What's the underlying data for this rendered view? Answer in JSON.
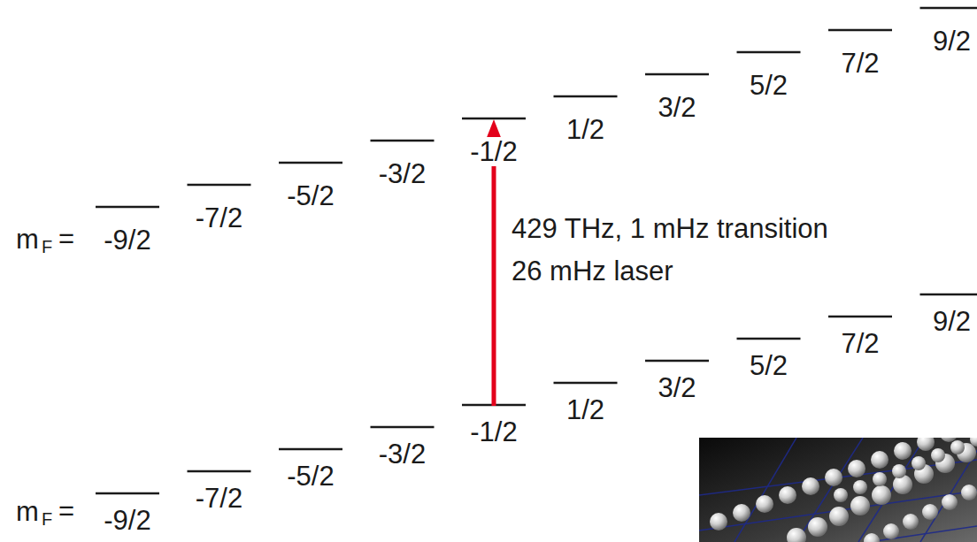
{
  "diagram": {
    "labels": [
      "m",
      "F",
      "=",
      "-9/2",
      "-7/2",
      "-5/2",
      "-3/2",
      "-1/2",
      "1/2",
      "3/2",
      "5/2",
      "7/2",
      "9/2",
      "429 THz, 1 mHz transition",
      "26 mHz laser",
      "m",
      "F",
      "=",
      "-9/2",
      "-7/2",
      "-5/2",
      "-3/2",
      "-1/2",
      "1/2",
      "3/2",
      "5/2",
      "7/2",
      "9/2"
    ]
  }
}
